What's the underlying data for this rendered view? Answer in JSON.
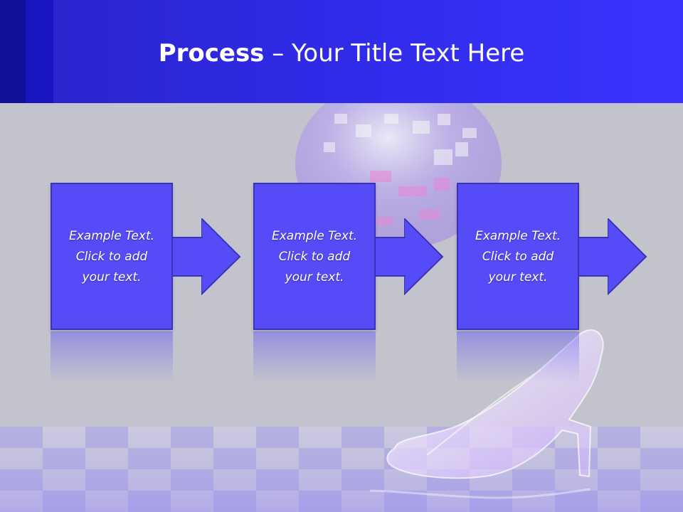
{
  "slide": {
    "title_bold": "Process",
    "title_rest": " – Your Title Text Here"
  },
  "steps": [
    {
      "text": "Example Text.\nClick  to add\nyour text."
    },
    {
      "text": "Example Text.\nClick  to add\nyour text."
    },
    {
      "text": "Example Text.\nClick  to add\nyour text."
    }
  ],
  "colors": {
    "header_blue": "#2f2ae6",
    "box_fill": "#554cf7",
    "box_border": "#3a33b8",
    "background": "#c3c3cd"
  }
}
